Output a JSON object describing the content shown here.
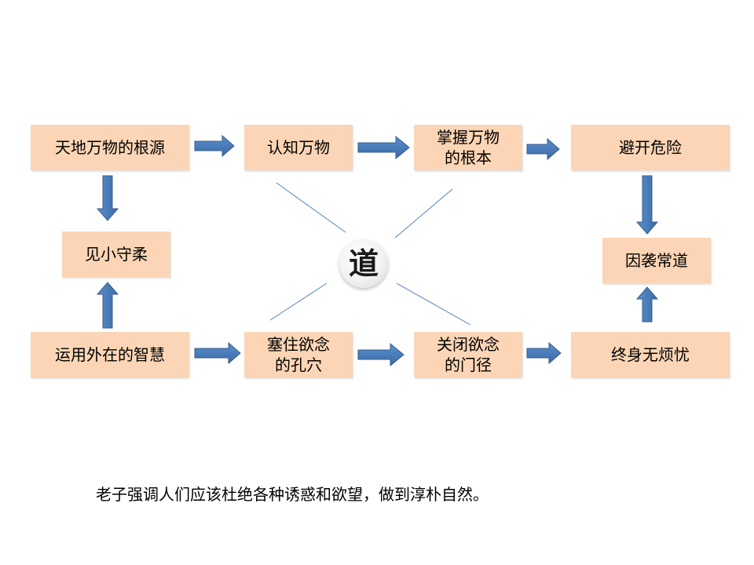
{
  "nodes": {
    "tiandi": "天地万物的根源",
    "renzhi": "认知万物",
    "zhangwo": "掌握万物\n的根本",
    "bikai": "避开危险",
    "jianxiao": "见小守柔",
    "yinxi": "因袭常道",
    "yunyong": "运用外在的智慧",
    "saizhu": "塞住欲念\n的孔穴",
    "guanbi": "关闭欲念\n的门径",
    "zhongshen": "终身无烦忧"
  },
  "center": {
    "glyph": "道"
  },
  "caption": "老子强调人们应该杜绝各种诱惑和欲望，做到淳朴自然。",
  "colors": {
    "box_fill": "#fbd5b5",
    "arrow_fill": "#4f81bd",
    "arrow_stroke": "#385d8a",
    "line": "#4f81bd"
  }
}
